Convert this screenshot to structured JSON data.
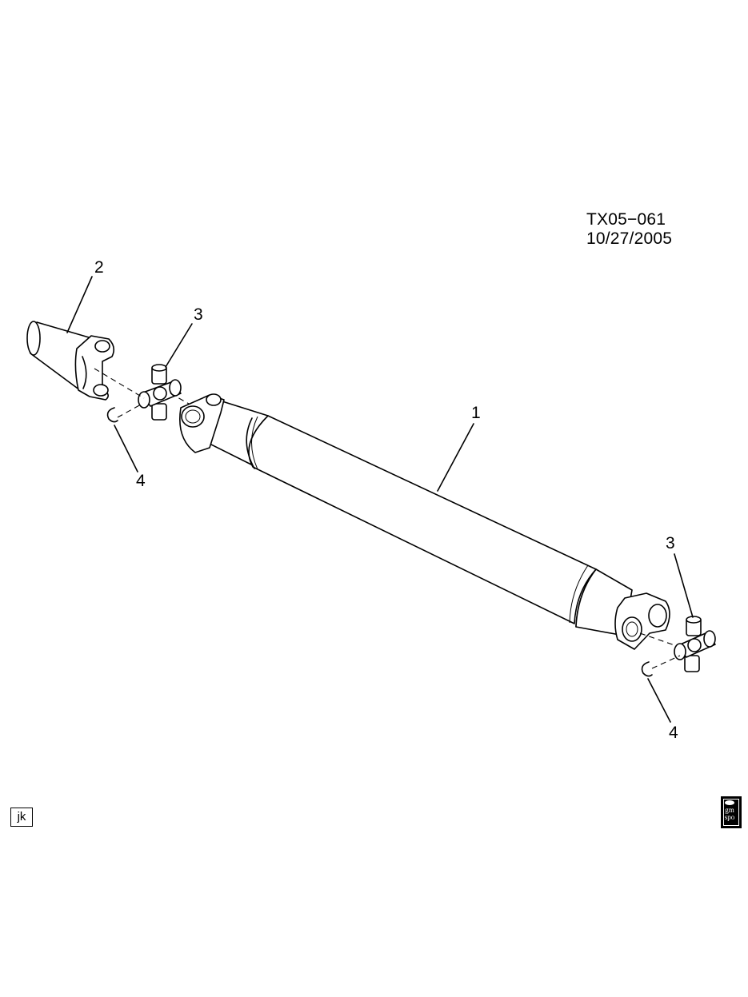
{
  "diagram": {
    "reference_id": "TX05−061  10/27/2005",
    "callouts": [
      {
        "label": "2"
      },
      {
        "label": "3"
      },
      {
        "label": "4"
      },
      {
        "label": "1"
      },
      {
        "label": "3"
      },
      {
        "label": "4"
      }
    ],
    "artist_initials": "jk",
    "logo_text": "gm spo"
  }
}
